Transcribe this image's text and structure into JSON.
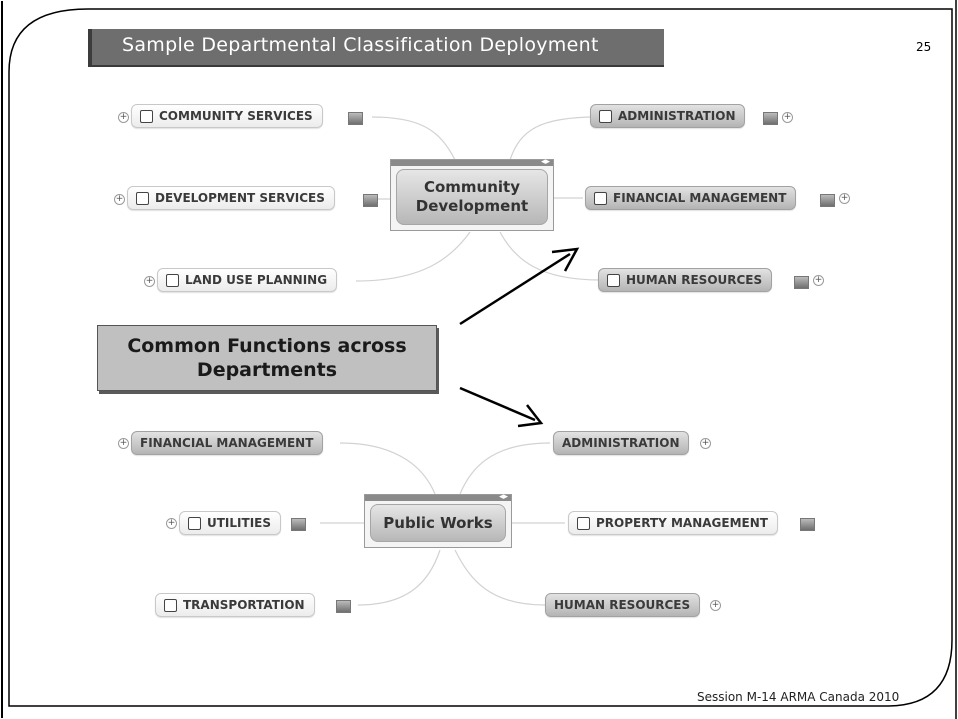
{
  "slide": {
    "title": "Sample Departmental Classification Deployment",
    "page_number": "25",
    "footer": "Session M-14 ARMA Canada 2010"
  },
  "callout": {
    "line1": "Common Functions across",
    "line2": "Departments"
  },
  "map_top": {
    "center": {
      "line1": "Community",
      "line2": "Development"
    },
    "left_nodes": [
      "COMMUNITY SERVICES",
      "DEVELOPMENT SERVICES",
      "LAND USE PLANNING"
    ],
    "right_nodes": [
      "ADMINISTRATION",
      "FINANCIAL MANAGEMENT",
      "HUMAN RESOURCES"
    ]
  },
  "map_bottom": {
    "center": {
      "line1": "Public Works"
    },
    "left_nodes": [
      "FINANCIAL MANAGEMENT",
      "UTILITIES",
      "TRANSPORTATION"
    ],
    "right_nodes": [
      "ADMINISTRATION",
      "PROPERTY MANAGEMENT",
      "HUMAN RESOURCES"
    ]
  },
  "colors": {
    "title_bar": "#6e6e6e",
    "highlight_node": "#b4b4b4",
    "callout": "#c0c0c0"
  }
}
